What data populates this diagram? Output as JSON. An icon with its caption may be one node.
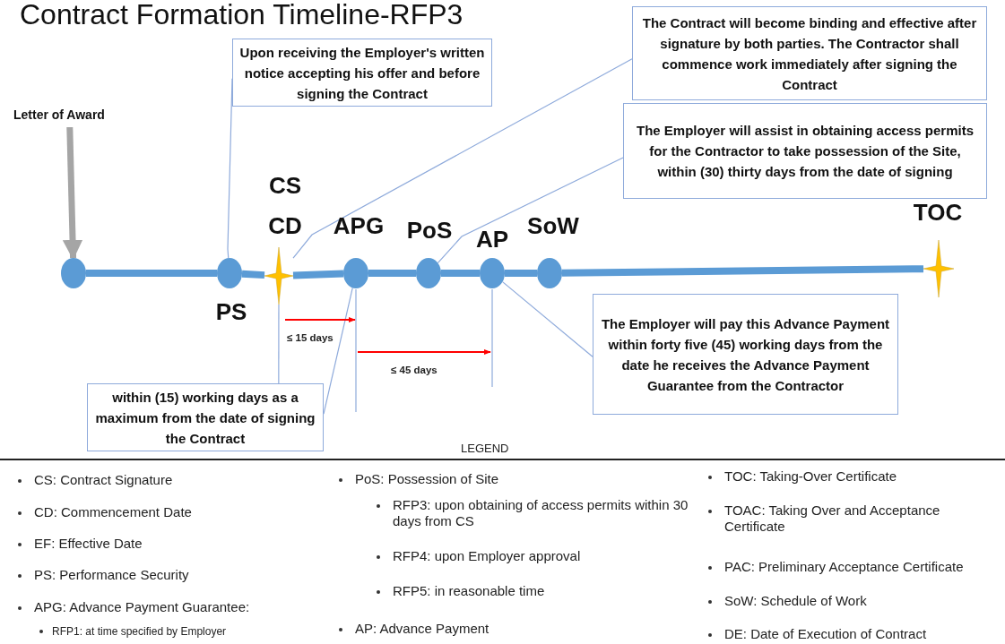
{
  "diagram": {
    "title": "Contract Formation Timeline-RFP3",
    "nodes": [
      {
        "text": [
          "Letter of Award"
        ]
      },
      {
        "text": [],
        "shape": "circle"
      },
      {
        "text": [
          "PS"
        ]
      },
      {
        "text": [
          "CS",
          "CD"
        ]
      },
      {
        "text": [
          "APG"
        ]
      },
      {
        "text": [
          "PoS"
        ]
      },
      {
        "text": [
          "AP"
        ]
      },
      {
        "text": [
          "SoW"
        ]
      },
      {
        "text": [
          "TOC"
        ]
      },
      {
        "text": [
          "Upon receiving the Employer's written notice accepting his offer and before signing the Contract"
        ]
      },
      {
        "text": [
          "The Contract will become binding and effective after signature by both parties. The Contractor shall commence work immediately after signing the Contract"
        ]
      },
      {
        "text": [
          "The Employer will assist in obtaining access permits for the Contractor to take possession of the Site, within (30) thirty days from the date of signing"
        ]
      },
      {
        "text": [
          "within (15) working days as a maximum from the date of signing the Contract"
        ]
      },
      {
        "text": [
          "The Employer will pay this Advance Payment within forty five (45) working days from the date he receives the Advance Payment Guarantee from the Contractor"
        ]
      }
    ],
    "edges": [
      {
        "from": 0,
        "to": 1,
        "arrow": "to",
        "color": "#a5a5a5"
      },
      {
        "from": 1,
        "to": 2,
        "arrow": "none"
      },
      {
        "from": 2,
        "to": 3,
        "arrow": "none"
      },
      {
        "from": 3,
        "to": 4,
        "arrow": "none"
      },
      {
        "from": 4,
        "to": 5,
        "arrow": "none"
      },
      {
        "from": 5,
        "to": 6,
        "arrow": "none"
      },
      {
        "from": 6,
        "to": 7,
        "arrow": "none"
      },
      {
        "from": 7,
        "to": 8,
        "arrow": "none"
      },
      {
        "from": 9,
        "to": 2,
        "arrow": "none",
        "color": "#8eaadb"
      },
      {
        "from": 10,
        "to": 3,
        "arrow": "none",
        "color": "#8eaadb"
      },
      {
        "from": 11,
        "to": 5,
        "arrow": "none",
        "color": "#8eaadb"
      },
      {
        "from": 12,
        "to": 3,
        "arrow": "none",
        "color": "#8eaadb"
      },
      {
        "from": 12,
        "to": 4,
        "arrow": "none",
        "color": "#8eaadb"
      },
      {
        "from": 13,
        "to": 6,
        "arrow": "none",
        "color": "#8eaadb"
      }
    ],
    "labels": [
      "≤ 15 days",
      "≤ 45 days",
      "LEGEND",
      "CS: Contract Signature",
      "CD: Commencement Date",
      "EF: Effective Date",
      "PS: Performance Security",
      "APG: Advance Payment Guarantee:",
      "RFP1: at time specified by Employer",
      "PoS: Possession of Site",
      "RFP3: upon obtaining of access permits within 30 days from CS",
      "RFP4: upon Employer approval",
      "RFP5: in reasonable time",
      "AP: Advance Payment",
      "TOC: Taking-Over Certificate",
      "TOAC: Taking Over and Acceptance Certificate",
      "PAC: Preliminary Acceptance Certificate",
      "SoW: Schedule of Work",
      "DE: Date of Execution of Contract"
    ]
  }
}
